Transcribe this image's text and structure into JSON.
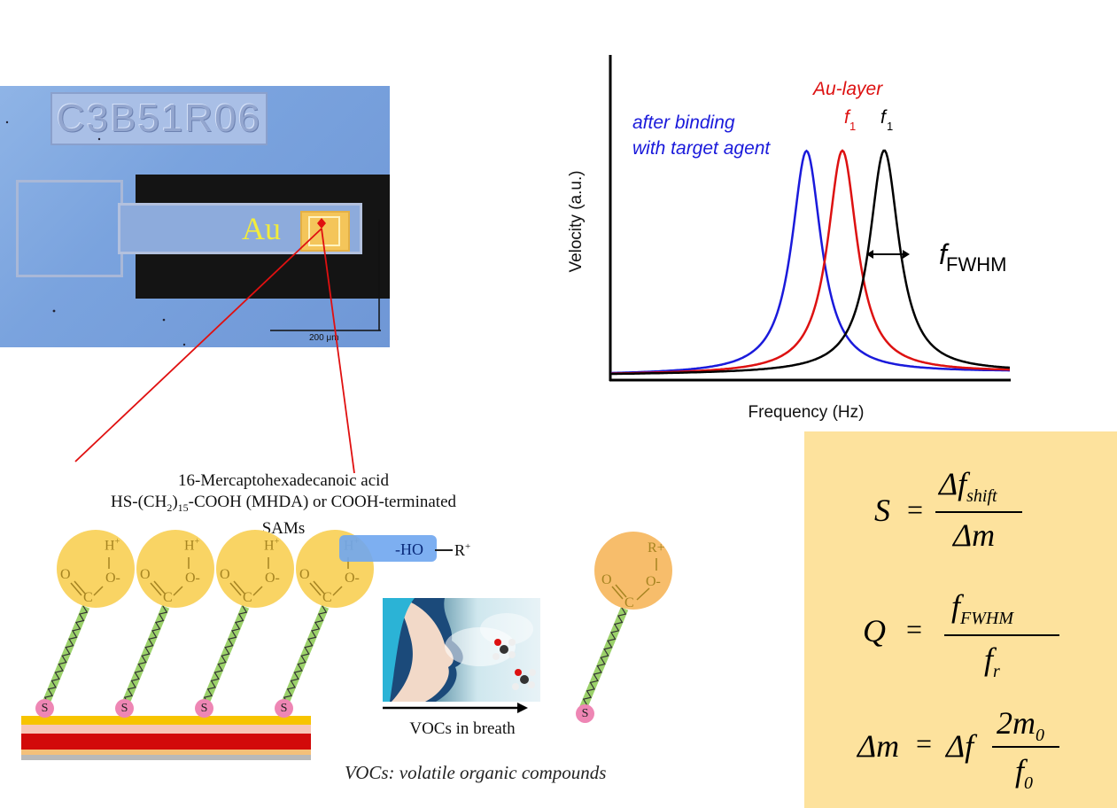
{
  "microscope": {
    "chip_id": "C3B51R06",
    "pad_label": "Au",
    "scale_bar": "200 μm"
  },
  "chart_data": {
    "type": "line",
    "xlabel": "Frequency (Hz)",
    "ylabel": "Velocity (a.u.)",
    "grid": false,
    "series": [
      {
        "name": "after binding with target agent",
        "color": "#1a1adb",
        "center": 0.49,
        "gamma": 0.045,
        "baseline": 0.015
      },
      {
        "name": "Au-layer f1",
        "color": "#dd1111",
        "center": 0.58,
        "gamma": 0.045,
        "baseline": 0.015
      },
      {
        "name": "f1",
        "color": "#000000",
        "center": 0.685,
        "gamma": 0.045,
        "baseline": 0.015
      }
    ],
    "annotations": {
      "blue_line1": "after binding",
      "blue_line2": "with target agent",
      "red_title": "Au-layer",
      "red_f": "f",
      "red_sub": "1",
      "black_f": "f",
      "black_sub": "1",
      "fwhm_f": "f",
      "fwhm_sub": "FWHM"
    }
  },
  "molecule": {
    "title_line1": "16-Mercaptohexadecanoic acid",
    "title_line2_pre": "HS-(CH",
    "title_sub2": "2",
    "title_mid": ")",
    "title_sub15": "15",
    "title_line2_post": "-COOH (MHDA) or COOH-terminated SAMs",
    "atom_h": "H",
    "atom_plus": "+",
    "atom_o": "O",
    "atom_ominus": "O-",
    "atom_c": "C",
    "atom_s": "S",
    "ho_label": "-HO",
    "r_label": "R",
    "r_plus": "+",
    "orange_r": "R+"
  },
  "breath": {
    "label": "VOCs in breath"
  },
  "note": "VOCs: volatile organic compounds",
  "equations": {
    "s_lhs": "S",
    "s_num": "Δf",
    "s_num_sub": "shift",
    "s_den": "Δm",
    "q_lhs": "Q",
    "q_num": "f",
    "q_num_sub": "FWHM",
    "q_den": "f",
    "q_den_sub": "r",
    "m_lhs": "Δm",
    "m_mid": "Δf",
    "m_num": "2m",
    "m_num_sub": "0",
    "m_den": "f",
    "m_den_sub": "0",
    "eq": "="
  }
}
